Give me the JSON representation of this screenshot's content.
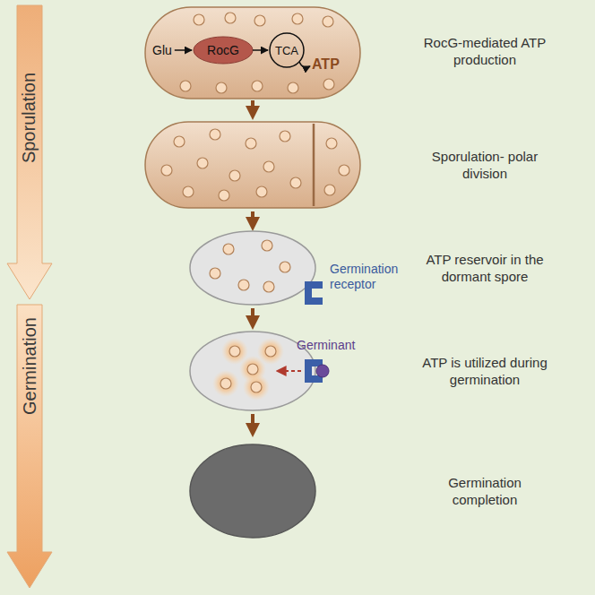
{
  "diagram": {
    "nodes": [
      {
        "text": [
          "Sporulation"
        ]
      },
      {
        "text": [
          "Glu",
          "ATP"
        ]
      },
      {
        "text": [
          "RocG"
        ],
        "in": 1
      },
      {
        "text": [
          "TCA"
        ],
        "in": 1
      },
      {
        "text": [
          "Germination receptor"
        ]
      },
      {
        "text": [
          "Germination"
        ]
      },
      {
        "text": [
          "Germinant"
        ]
      }
    ],
    "edges": [
      {
        "from": 2,
        "to": 3,
        "arrow": "to"
      }
    ],
    "labels": [
      "RocG-mediated ATP production",
      "Sporulation- polar division",
      "ATP reservoir in the dormant spore",
      "ATP is utilized during germination",
      "Germination completion"
    ]
  }
}
